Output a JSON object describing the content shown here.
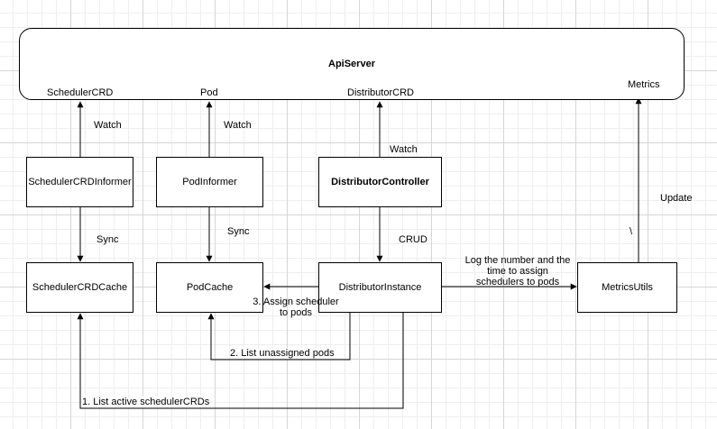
{
  "nodes": {
    "api_server": "ApiServer",
    "scheduler_crd_informer": "SchedulerCRDInformer",
    "pod_informer": "PodInformer",
    "distributor_controller": "DistributorController",
    "scheduler_crd_cache": "SchedulerCRDCache",
    "pod_cache": "PodCache",
    "distributor_instance": "DistributorInstance",
    "metrics_utils": "MetricsUtils"
  },
  "api_resources": {
    "scheduler_crd": "SchedulerCRD",
    "pod": "Pod",
    "distributor_crd": "DistributorCRD",
    "metrics": "Metrics"
  },
  "edge_labels": {
    "watch_scheduler_crd": "Watch",
    "watch_pod": "Watch",
    "watch_distributor_crd": "Watch",
    "update_metrics": "Update",
    "backslash": "\\",
    "sync_scheduler_crd": "Sync",
    "sync_pod": "Sync",
    "crud": "CRUD",
    "assign_scheduler_line1": "3. Assign  scheduler",
    "assign_scheduler_line2": "to pods",
    "log_metrics_line1": "Log the number and the",
    "log_metrics_line2": "time to assign",
    "log_metrics_line3": "schedulers to pods",
    "list_unassigned_pods": "2. List unassigned pods",
    "list_active_scheduler_crds": "1. List active schedulerCRDs"
  }
}
